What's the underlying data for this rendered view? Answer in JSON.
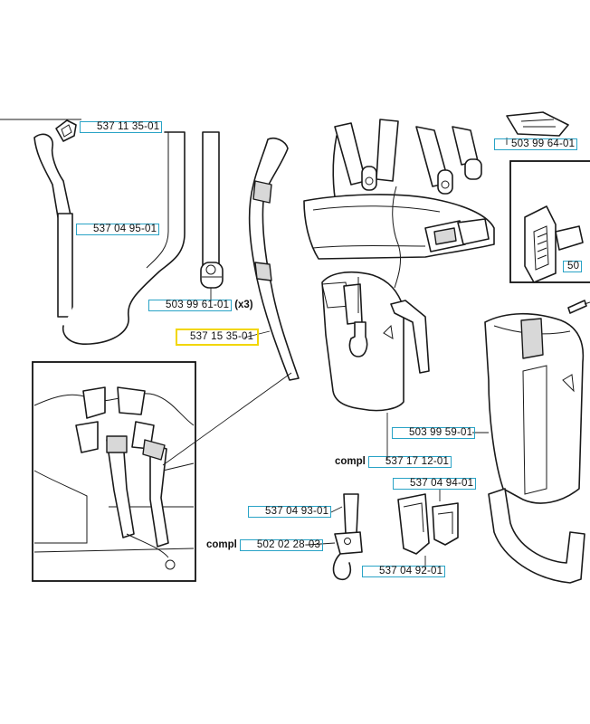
{
  "colors": {
    "callout_border": "#29a3c6",
    "highlight_border": "#f2d600",
    "line_art": "#1a1a1a",
    "background": "#ffffff"
  },
  "callouts": {
    "p5371135": {
      "number": "537 11 35-01"
    },
    "p5370495": {
      "number": "537 04 95-01"
    },
    "p5039961": {
      "number": "503 99 61-01",
      "suffix": "(x3)"
    },
    "p5371535": {
      "number": "537 15 35-01",
      "highlighted": true
    },
    "p5039964": {
      "number": "503 99 64-01"
    },
    "p5039959": {
      "number": "503 99 59-01"
    },
    "p5371712": {
      "prefix": "compl",
      "number": "537 17 12-01"
    },
    "p5370494": {
      "number": "537 04 94-01"
    },
    "p5370493": {
      "number": "537 04 93-01"
    },
    "p5020228": {
      "prefix": "compl",
      "number": "502 02 28-03"
    },
    "p5370492": {
      "number": "537 04 92-01"
    },
    "p50_right": {
      "number": "50"
    }
  }
}
